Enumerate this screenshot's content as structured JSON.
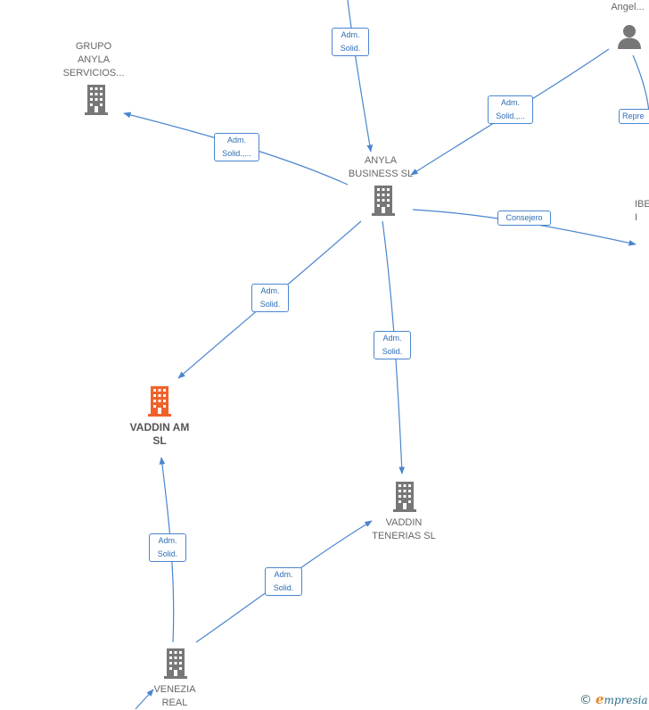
{
  "nodes": {
    "grupo_anyla": {
      "label": "GRUPO\nANYLA\nSERVICIOS...",
      "kind": "company"
    },
    "anyla_business": {
      "label": "ANYLA\nBUSINESS SL",
      "kind": "company"
    },
    "angel": {
      "label": "Angel...",
      "kind": "person"
    },
    "ibe": {
      "label": "IBE\nI",
      "kind": "company-partial"
    },
    "vaddin_am": {
      "label": "VADDIN AM\nSL",
      "kind": "company-main",
      "color": "#f0622a"
    },
    "vaddin_tenerias": {
      "label": "VADDIN\nTENERIAS  SL",
      "kind": "company"
    },
    "venezia_real": {
      "label": "VENEZIA\nREAL",
      "kind": "company"
    }
  },
  "edges": {
    "top_to_anyla": "Adm.\nSolid.",
    "anyla_to_grupo": "Adm.\nSolid.,...",
    "angel_to_anyla": "Adm.\nSolid.,...",
    "angel_repre": "Repre",
    "anyla_to_ibe": "Consejero",
    "anyla_to_vaddin_am": "Adm.\nSolid.",
    "anyla_to_tenerias": "Adm.\nSolid.",
    "venezia_to_vaddin_am": "Adm.\nSolid.",
    "venezia_to_tenerias": "Adm.\nSolid."
  },
  "colors": {
    "edge": "#4a86cf",
    "building": "#777777",
    "highlight": "#f0622a",
    "person": "#777777"
  },
  "brand": {
    "copyright": "©",
    "e": "e",
    "rest": "mpresia"
  }
}
